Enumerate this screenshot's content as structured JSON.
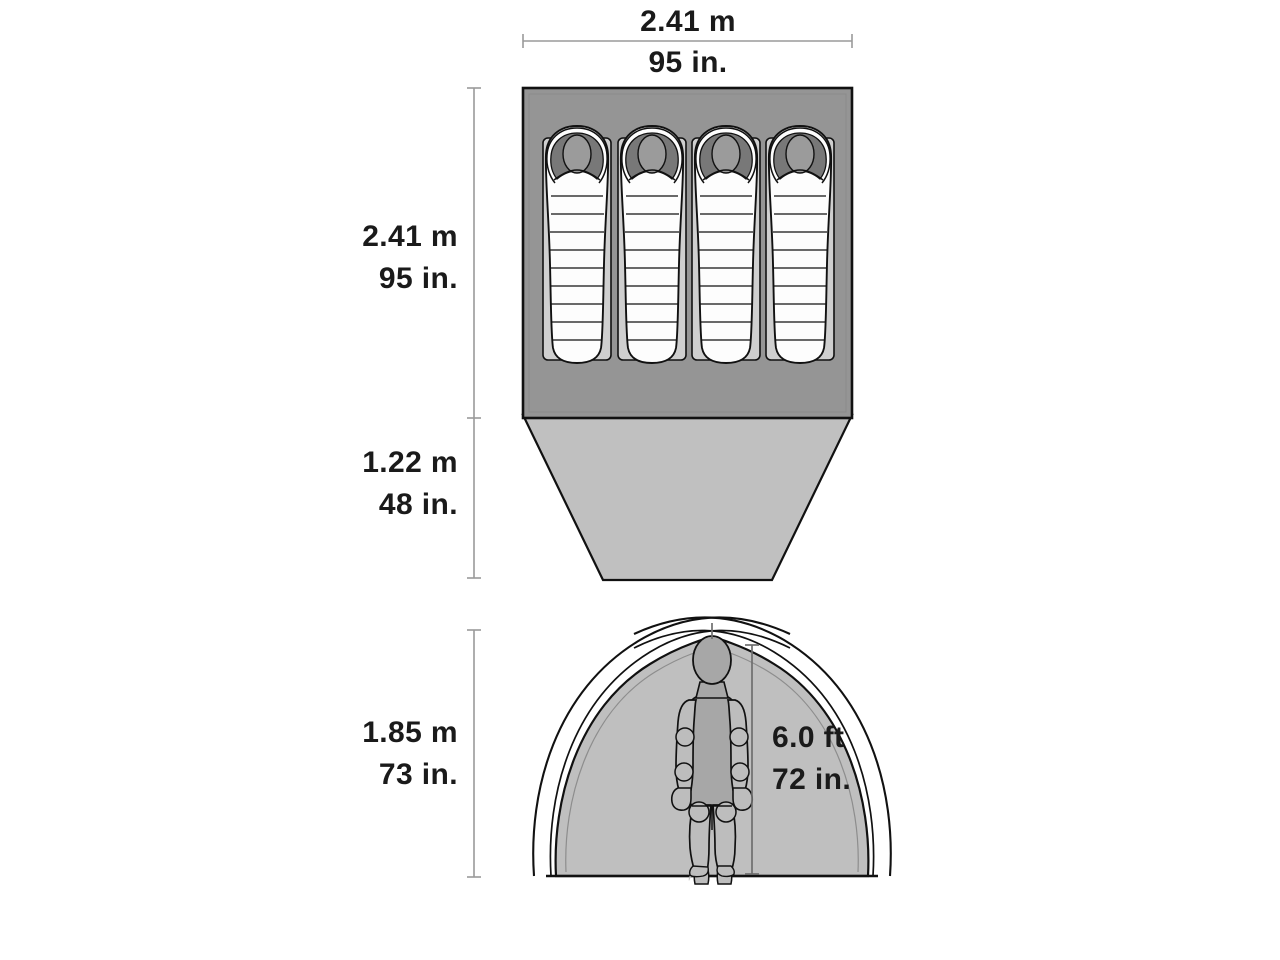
{
  "diagram": {
    "title": "Tent dimension diagram",
    "views": [
      {
        "id": "floor-plan",
        "label": "Floor plan with four sleeping bags"
      },
      {
        "id": "elevation",
        "label": "Front elevation with standing person"
      }
    ]
  },
  "dimensions": {
    "width_top": {
      "metric": "2.41 m",
      "imperial": "95 in."
    },
    "floor_length": {
      "metric": "2.41 m",
      "imperial": "95 in."
    },
    "vestibule_depth": {
      "metric": "1.22 m",
      "imperial": "48 in."
    },
    "peak_height": {
      "metric": "1.85 m",
      "imperial": "73 in."
    },
    "person_height": {
      "imperial_ft": "6.0 ft",
      "imperial_in": "72 in."
    }
  },
  "occupants": {
    "count": 4,
    "pad_count": 4
  },
  "colors": {
    "floor_fill": "#959595",
    "vestibule_fill": "#c0c0c0",
    "pad_fill": "#cfcfcf",
    "bag_fill": "#fdfdfd",
    "hood_shade": "#787878",
    "head_fill": "#9b9b9b",
    "canopy_fill": "#bfbfbf",
    "body_fill": "#a7a7a7",
    "limb_fill": "#bdbdbd",
    "outline": "#111111",
    "dim_line": "#9a9a9a",
    "text": "#1a1a1a",
    "background": "#ffffff"
  }
}
